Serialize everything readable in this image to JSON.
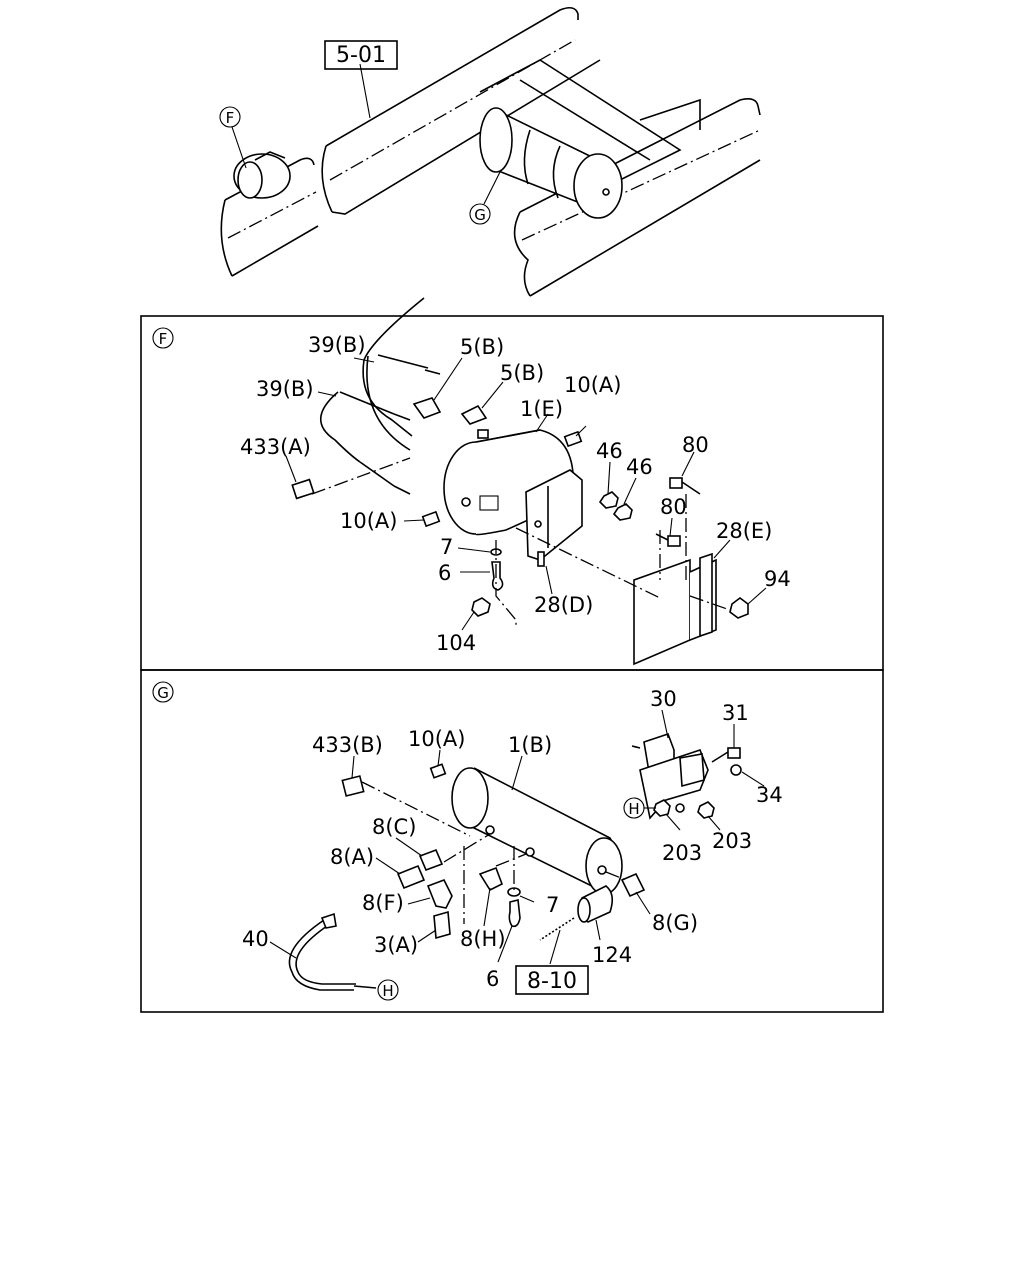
{
  "overview": {
    "section_ref": "5-01",
    "callout_f": "F",
    "callout_g": "G"
  },
  "panel_f": {
    "id": "F",
    "labels": {
      "l39b_top": "39(B)",
      "l39b_2": "39(B)",
      "l5b_1": "5(B)",
      "l5b_2": "5(B)",
      "l1e": "1(E)",
      "l10a_top": "10(A)",
      "l46_1": "46",
      "l46_2": "46",
      "l80_1": "80",
      "l80_2": "80",
      "l433a": "433(A)",
      "l10a_side": "10(A)",
      "l7": "7",
      "l6": "6",
      "l28e": "28(E)",
      "l94": "94",
      "l28d": "28(D)",
      "l104": "104"
    }
  },
  "panel_g": {
    "id": "G",
    "labels": {
      "l30": "30",
      "l31": "31",
      "l433b": "433(B)",
      "l10a": "10(A)",
      "l1b": "1(B)",
      "l34": "34",
      "l203_1": "203",
      "l203_2": "203",
      "l8c": "8(C)",
      "l8a": "8(A)",
      "l8f": "8(F)",
      "l7": "7",
      "l8g": "8(G)",
      "l40": "40",
      "l3a": "3(A)",
      "l8h": "8(H)",
      "l124": "124",
      "l6": "6",
      "callout_h_top": "H",
      "callout_h_bottom": "H",
      "section_ref": "8-10"
    }
  }
}
